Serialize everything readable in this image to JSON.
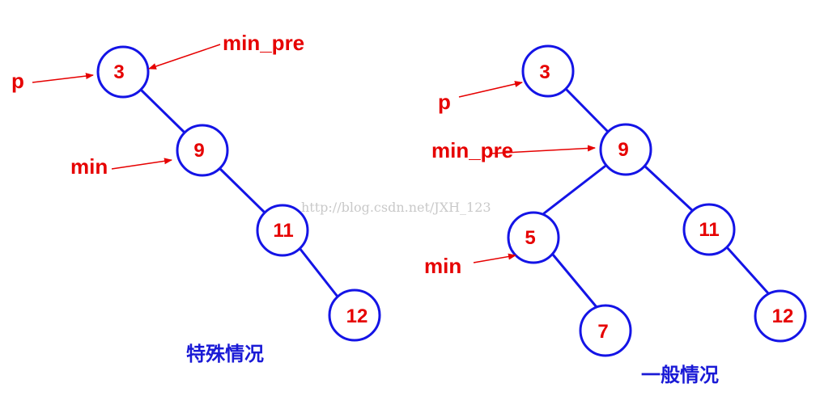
{
  "watermark": "http://blog.csdn.net/JXH_123",
  "left_tree": {
    "caption": "特殊情况",
    "nodes": [
      "3",
      "9",
      "11",
      "12"
    ],
    "pointers": [
      "p",
      "min_pre",
      "min"
    ]
  },
  "right_tree": {
    "caption": "一般情况",
    "nodes": [
      "3",
      "9",
      "5",
      "7",
      "11",
      "12"
    ],
    "pointers": [
      "p",
      "min_pre",
      "min"
    ]
  },
  "colors": {
    "node_outline": "#1414e6",
    "node_text": "#e60000",
    "pointer": "#e60000",
    "caption": "#1a1ad6"
  }
}
